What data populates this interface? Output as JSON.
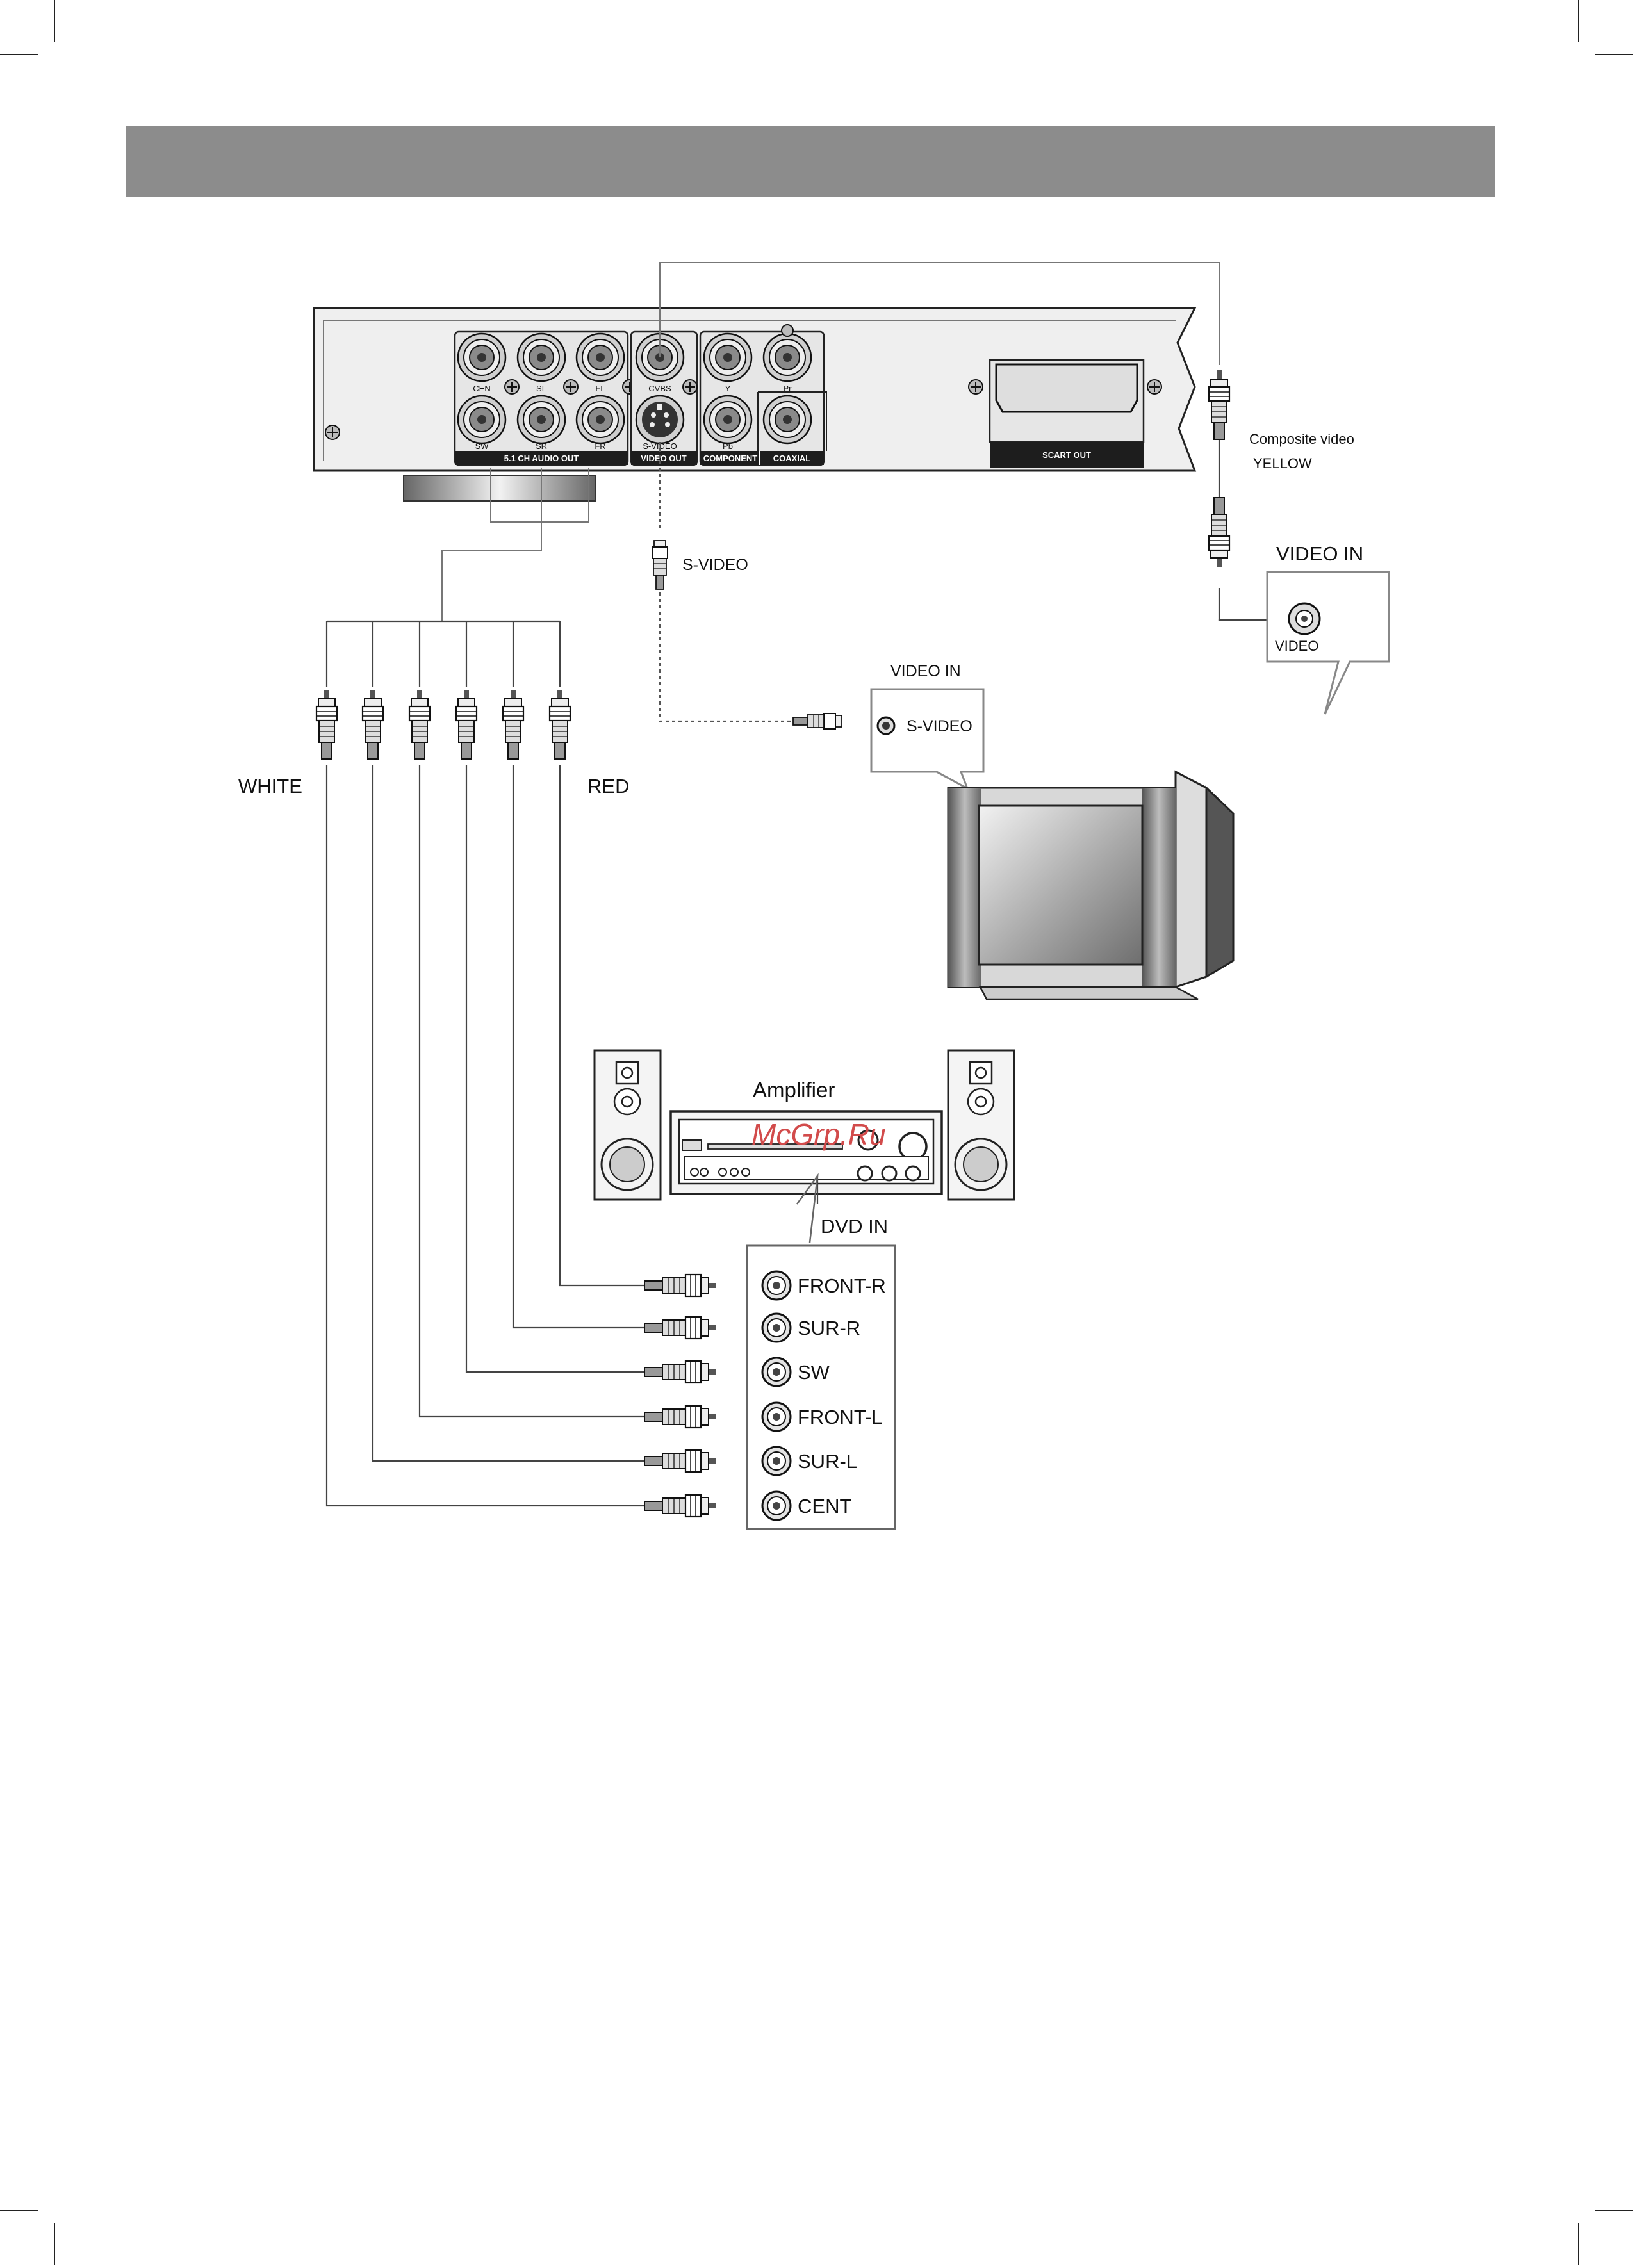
{
  "header_band": {
    "color": "#8c8c8c"
  },
  "dvd_back_panel": {
    "jack_labels": {
      "cen": "CEN",
      "sl": "SL",
      "fl": "FL",
      "sw": "SW",
      "sr": "SR",
      "fr": "FR",
      "cvbs": "CVBS",
      "s_video": "S-VIDEO",
      "y": "Y",
      "pr": "Pr",
      "pb": "Pb"
    },
    "bars": {
      "audio_out": "5.1 CH AUDIO OUT",
      "video_out": "VIDEO OUT",
      "component": "COMPONENT",
      "coaxial": "COAXIAL",
      "scart_out": "SCART OUT"
    }
  },
  "composite": {
    "title": "Composite video",
    "color_name": "YELLOW",
    "video_in_title": "VIDEO IN",
    "jack_label": "VIDEO"
  },
  "svideo": {
    "cable_label": "S-VIDEO",
    "video_in_title": "VIDEO IN",
    "jack_label": "S-VIDEO"
  },
  "plug_colors": {
    "left": "WHITE",
    "right": "RED"
  },
  "amplifier": {
    "title": "Amplifier",
    "input_title": "DVD IN",
    "inputs": [
      "FRONT-R",
      "SUR-R",
      "SW",
      "FRONT-L",
      "SUR-L",
      "CENT"
    ]
  },
  "watermark": {
    "text": "McGrp.Ru",
    "color": "#d24b4b"
  }
}
